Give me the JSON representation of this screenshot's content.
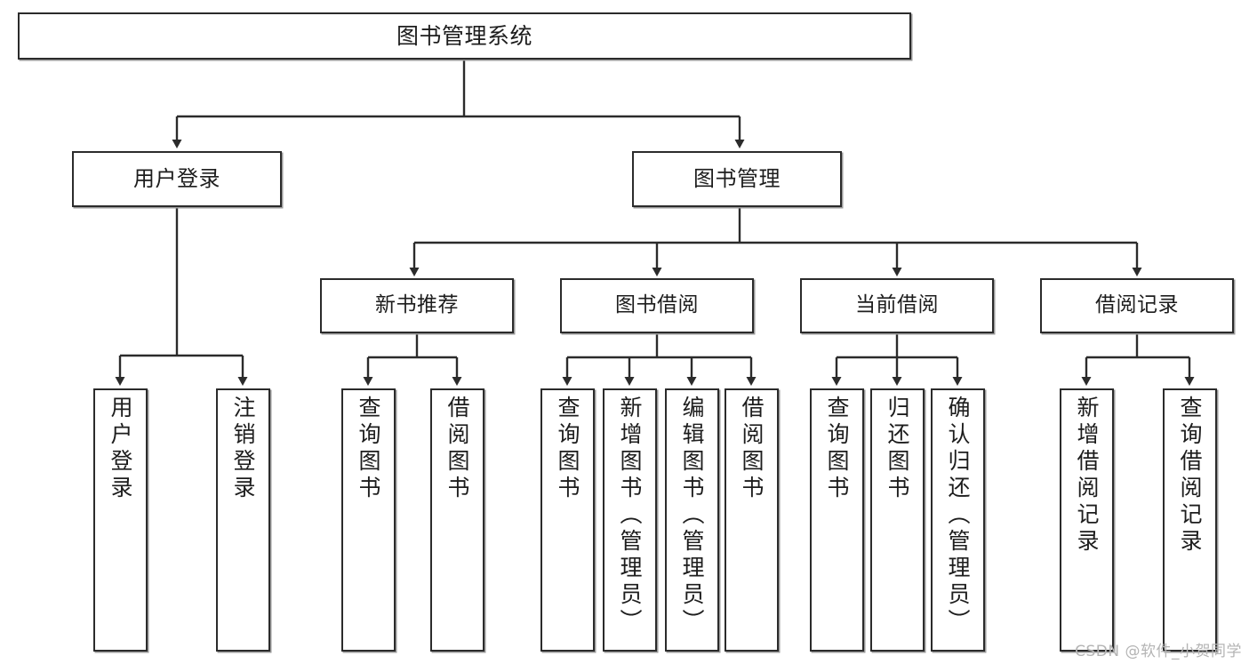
{
  "diagram": {
    "title": "图书管理系统",
    "watermark": "CSDN @软件_小贺同学",
    "colors": {
      "box_border": "#2b2b2b",
      "box_fill": "#ffffff",
      "edge": "#2b2b2b",
      "shadow": "#9a9a9a",
      "watermark": "#b4b4b4"
    },
    "nodes": {
      "root": {
        "label": "图书管理系统",
        "level": 1
      },
      "user_login": {
        "label": "用户登录",
        "level": 2
      },
      "book_manage": {
        "label": "图书管理",
        "level": 2
      },
      "new_book_rec": {
        "label": "新书推荐",
        "level": 3
      },
      "book_borrow": {
        "label": "图书借阅",
        "level": 3
      },
      "current_borrow": {
        "label": "当前借阅",
        "level": 3
      },
      "borrow_record": {
        "label": "借阅记录",
        "level": 3
      },
      "leaf_user_login": {
        "label": "用户登录",
        "level": 4
      },
      "leaf_logout_login": {
        "label": "注销登录",
        "level": 4
      },
      "leaf_query_book_1": {
        "label": "查询图书",
        "level": 4
      },
      "leaf_borrow_book_1": {
        "label": "借阅图书",
        "level": 4
      },
      "leaf_query_book_2": {
        "label": "查询图书",
        "level": 4
      },
      "leaf_add_book": {
        "label": "新增图书（管理员）",
        "level": 4
      },
      "leaf_edit_book": {
        "label": "编辑图书（管理员）",
        "level": 4
      },
      "leaf_borrow_book_2": {
        "label": "借阅图书",
        "level": 4
      },
      "leaf_query_book_3": {
        "label": "查询图书",
        "level": 4
      },
      "leaf_return_book": {
        "label": "归还图书",
        "level": 4
      },
      "leaf_confirm_return": {
        "label": "确认归还（管理员）",
        "level": 4
      },
      "leaf_add_record": {
        "label": "新增借阅记录",
        "level": 4
      },
      "leaf_query_record": {
        "label": "查询借阅记录",
        "level": 4
      }
    },
    "edges": [
      {
        "from": "root",
        "to": "user_login"
      },
      {
        "from": "root",
        "to": "book_manage"
      },
      {
        "from": "user_login",
        "to": "leaf_user_login"
      },
      {
        "from": "user_login",
        "to": "leaf_logout_login"
      },
      {
        "from": "book_manage",
        "to": "new_book_rec"
      },
      {
        "from": "book_manage",
        "to": "book_borrow"
      },
      {
        "from": "book_manage",
        "to": "current_borrow"
      },
      {
        "from": "book_manage",
        "to": "borrow_record"
      },
      {
        "from": "new_book_rec",
        "to": "leaf_query_book_1"
      },
      {
        "from": "new_book_rec",
        "to": "leaf_borrow_book_1"
      },
      {
        "from": "book_borrow",
        "to": "leaf_query_book_2"
      },
      {
        "from": "book_borrow",
        "to": "leaf_add_book"
      },
      {
        "from": "book_borrow",
        "to": "leaf_edit_book"
      },
      {
        "from": "book_borrow",
        "to": "leaf_borrow_book_2"
      },
      {
        "from": "current_borrow",
        "to": "leaf_query_book_3"
      },
      {
        "from": "current_borrow",
        "to": "leaf_return_book"
      },
      {
        "from": "current_borrow",
        "to": "leaf_confirm_return"
      },
      {
        "from": "borrow_record",
        "to": "leaf_add_record"
      },
      {
        "from": "borrow_record",
        "to": "leaf_query_record"
      }
    ]
  }
}
